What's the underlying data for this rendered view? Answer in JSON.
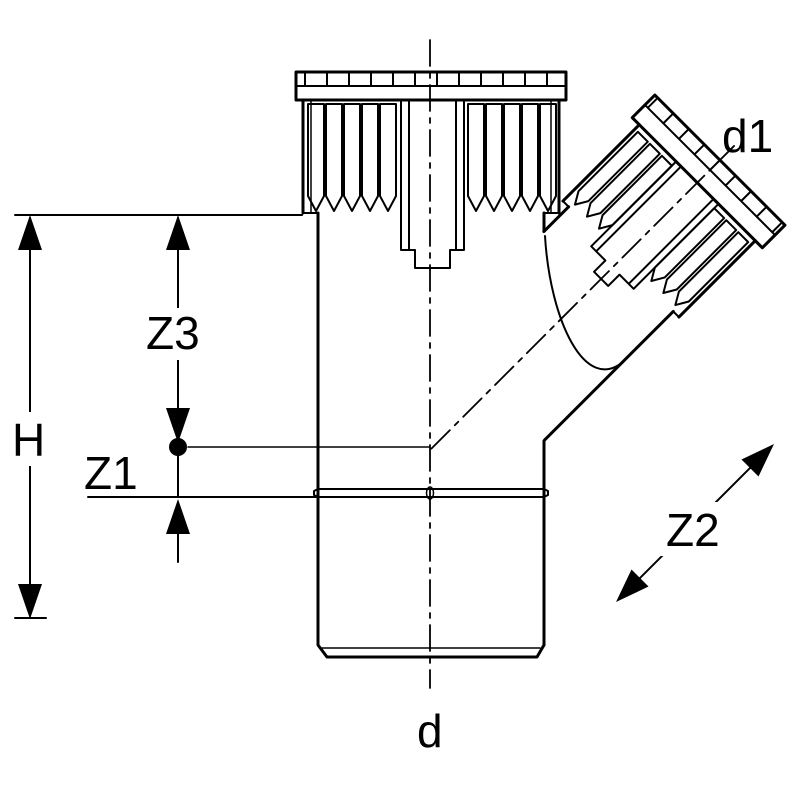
{
  "labels": {
    "H": "H",
    "Z1": "Z1",
    "Z2": "Z2",
    "Z3": "Z3",
    "d": "d",
    "d1": "d1"
  },
  "colors": {
    "line": "#000000",
    "background": "#ffffff"
  }
}
